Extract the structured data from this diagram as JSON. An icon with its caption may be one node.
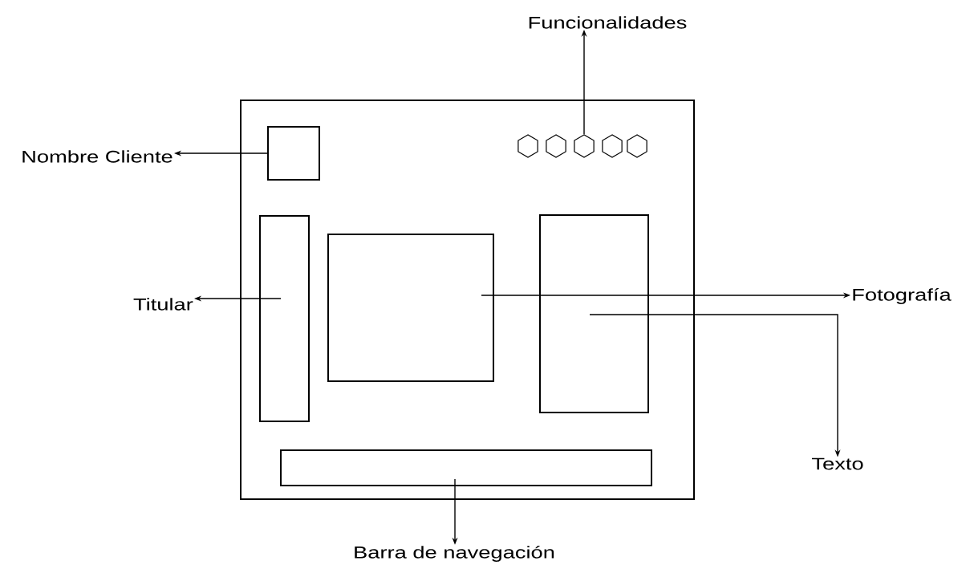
{
  "diagram": {
    "nodes": [
      {
        "text": [
          "Funcionalidades"
        ]
      },
      {
        "text": [],
        "shape": "box"
      },
      {
        "text": [],
        "shape": "box",
        "in": 1
      },
      {
        "text": [],
        "shape": "hexagon",
        "in": 1
      },
      {
        "text": [],
        "shape": "hexagon",
        "in": 1
      },
      {
        "text": [],
        "shape": "hexagon",
        "in": 1
      },
      {
        "text": [],
        "shape": "hexagon",
        "in": 1
      },
      {
        "text": [],
        "shape": "hexagon",
        "in": 1
      },
      {
        "text": [],
        "shape": "box",
        "in": 1
      },
      {
        "text": [],
        "shape": "box",
        "in": 1
      },
      {
        "text": [],
        "shape": "box",
        "in": 1
      },
      {
        "text": [],
        "shape": "box",
        "in": 1
      },
      {
        "text": [
          "Nombre Cliente"
        ]
      },
      {
        "text": [
          "Titular"
        ]
      },
      {
        "text": [
          "Fotografía"
        ]
      },
      {
        "text": [
          "Texto"
        ]
      },
      {
        "text": [
          "Barra de navegación"
        ]
      }
    ],
    "edges": [
      {
        "from": 5,
        "to": 0,
        "arrow": "to"
      },
      {
        "from": 2,
        "to": 12,
        "arrow": "to"
      },
      {
        "from": 8,
        "to": 13,
        "arrow": "to"
      },
      {
        "from": 9,
        "to": 14,
        "arrow": "to"
      },
      {
        "from": 10,
        "to": 15,
        "arrow": "to"
      },
      {
        "from": 11,
        "to": 16,
        "arrow": "to"
      }
    ]
  }
}
